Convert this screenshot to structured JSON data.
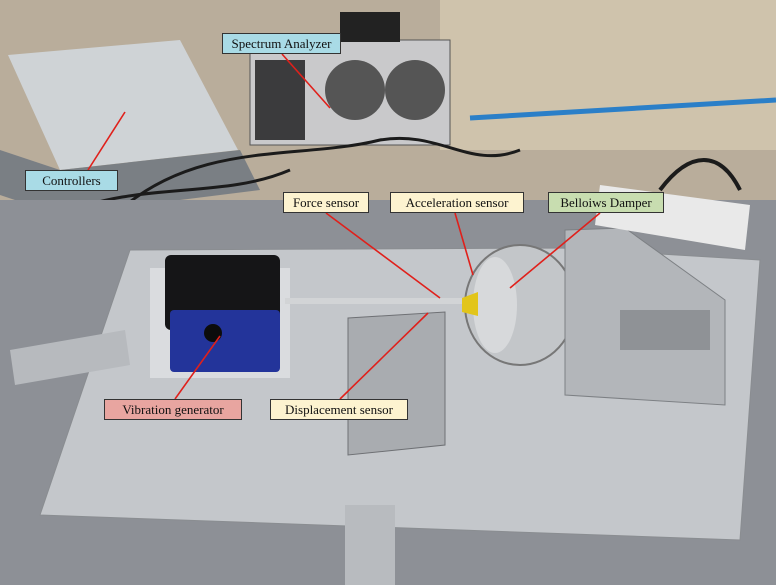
{
  "colors": {
    "label_blue": "#a9dbe6",
    "label_cream": "#fdf3d0",
    "label_green": "#c8ddb0",
    "label_red": "#e8a5a0",
    "leader_line": "#e0201b"
  },
  "labels": {
    "spectrum_analyzer": "Spectrum Analyzer",
    "controllers": "Controllers",
    "force_sensor": "Force sensor",
    "acceleration_sensor": "Acceleration sensor",
    "bellows_damper": "Belloiws Damper",
    "vibration_generator": "Vibration generator",
    "displacement_sensor": "Displacement sensor"
  }
}
